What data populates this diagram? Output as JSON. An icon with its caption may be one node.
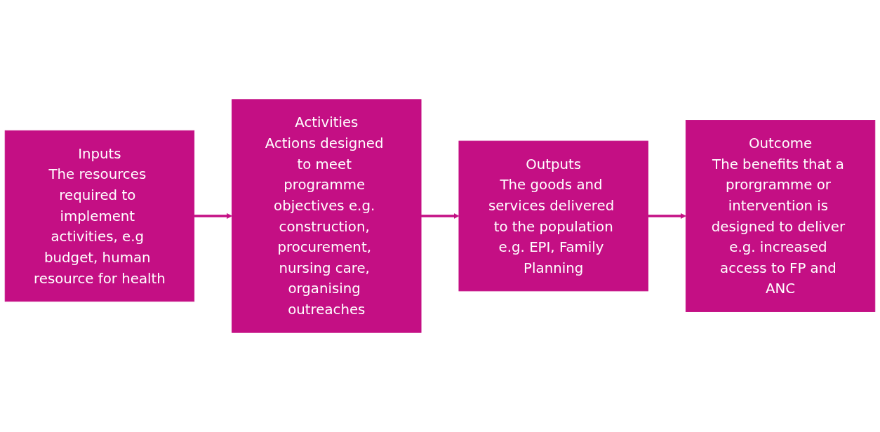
{
  "diagram": {
    "nodes": [
      {
        "text": [
          "Inputs",
          "The resources required to implement activities, e.g budget, human resource for health"
        ]
      },
      {
        "text": [
          "Activities",
          "Actions designed to meet programme objectives e.g. construction, procurement, nursing care, organising outreaches"
        ]
      },
      {
        "text": [
          "Outputs",
          "The goods and services delivered to the population",
          "e.g. EPI, Family Planning"
        ]
      },
      {
        "text": [
          "Outcome",
          "The benefits that a prorgramme or intervention is designed to deliver e.g. increased access to FP and ANC"
        ]
      }
    ],
    "edges": [
      {
        "from": 0,
        "to": 1,
        "arrow": "to"
      },
      {
        "from": 1,
        "to": 2,
        "arrow": "to"
      },
      {
        "from": 2,
        "to": 3,
        "arrow": "to"
      }
    ]
  }
}
